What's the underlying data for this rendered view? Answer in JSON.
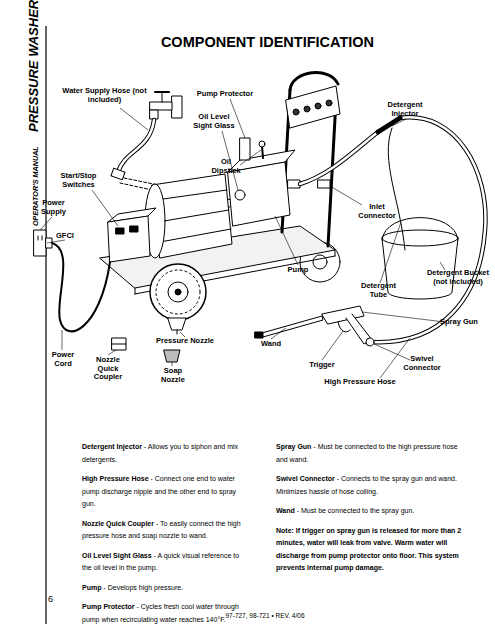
{
  "diagram": {
    "title": "COMPONENT IDENTIFICATION",
    "labels": [
      "OPERATOR'S MANUAL",
      "PRESSURE WASHER",
      "Water Supply Hose (not included)",
      "Pump Protector",
      "Oil Level Sight Glass",
      "Detergent Injector",
      "Start/Stop Switches",
      "Oil Dipstick",
      "Power Supply",
      "GFCI",
      "Inlet Connector",
      "Pump",
      "Detergent Tube",
      "Detergent Bucket (not included)",
      "Spray Gun",
      "Wand",
      "Pressure Nozzle",
      "Power Cord",
      "Nozzle Quick Coupler",
      "Soap Nozzle",
      "Trigger",
      "Swivel Connector",
      "High Pressure Hose",
      "Detergent Injector",
      "- Allows you to siphon and mix detergents.",
      "High Pressure Hose",
      "- Connect one end to water pump discharge nipple and the other end to spray gun.",
      "Nozzle Quick Coupler",
      "- To easily connect the high pressure hose and soap nozzle to wand.",
      "Oil Level Sight Glass",
      "- A quick visual reference to the oil level in the pump.",
      "Pump",
      "- Develops high pressure.",
      "Pump Protector",
      "- Cycles fresh cool water through pump when recirculating water reaches 140°F.",
      "Spray Gun",
      "- Must be connected to the high pressure hose and wand.",
      "Swivel Connector",
      "- Connects to the spray gun and wand. Minimizes hassle of hose coiling.",
      "Wand",
      "- Must be connected to the spray gun.",
      "Note: If trigger on spray gun is released for more than 2 minutes, water will leak from valve. Warm water will discharge from pump protector onto floor. This system prevents internal pump damage.",
      "6",
      "97-727, 98-721 • REV. 4/06"
    ]
  }
}
